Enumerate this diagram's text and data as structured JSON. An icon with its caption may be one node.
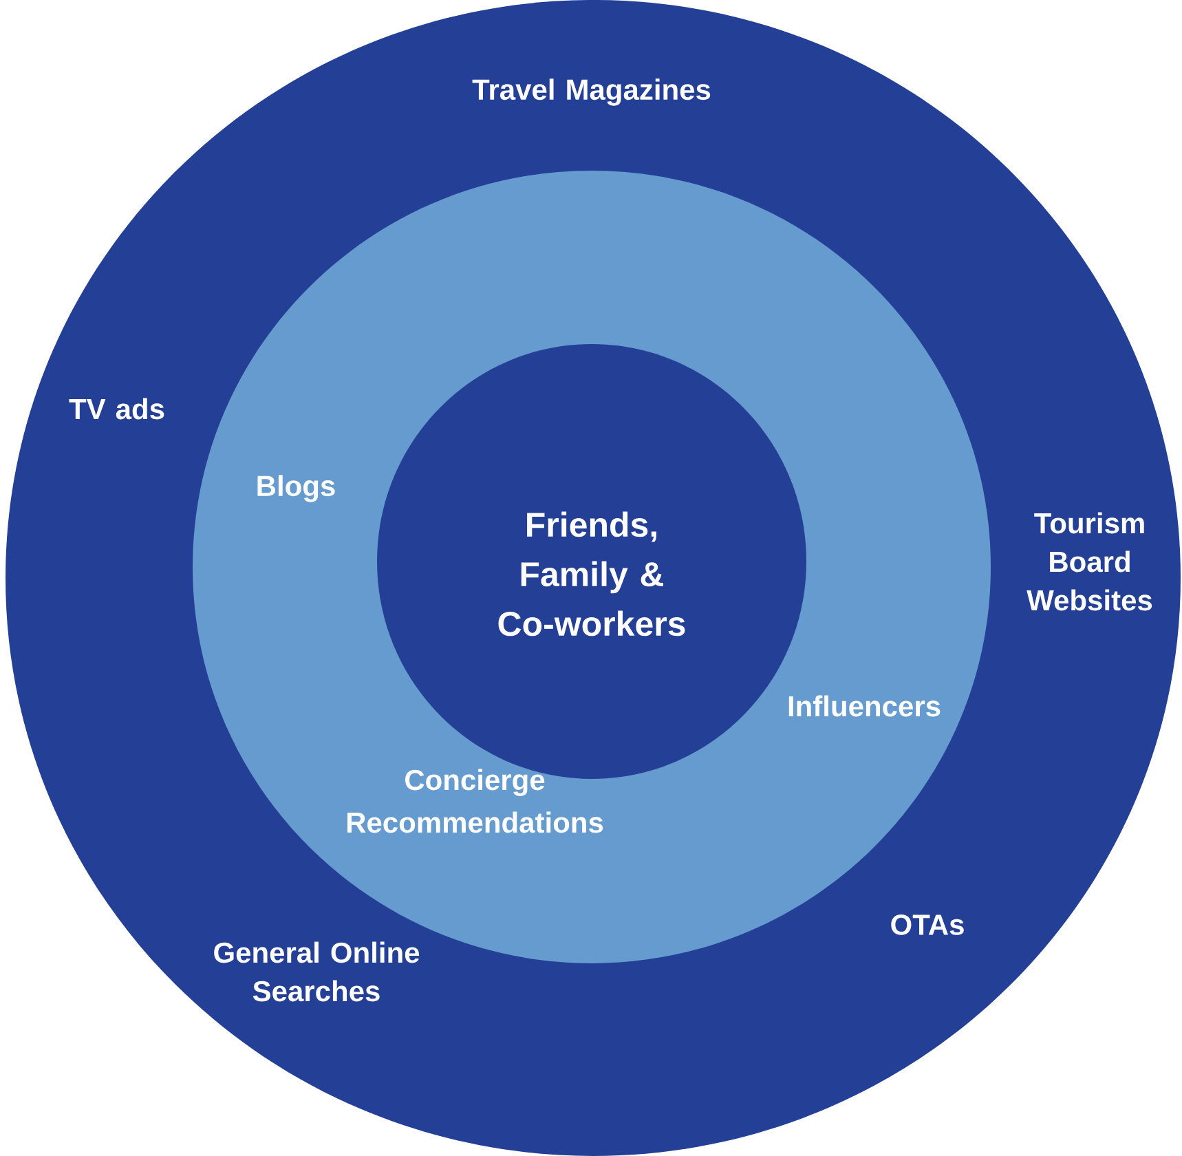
{
  "diagram": {
    "nodes": [
      {
        "text": [
          "Travel Magazines",
          "TV ads",
          "Tourism Board Websites",
          "OTAs",
          "General Online Searches"
        ]
      },
      {
        "text": [
          "Blogs",
          "Influencers",
          "Concierge Recommendations"
        ],
        "in": 0
      },
      {
        "text": [
          "Friends, Family & Co-workers"
        ],
        "in": 1
      }
    ]
  }
}
